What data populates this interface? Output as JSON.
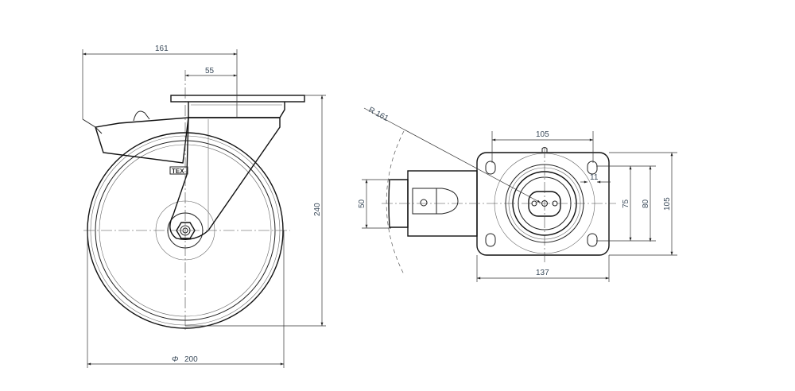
{
  "side_view": {
    "dim_total_offset": "161",
    "dim_swivel_offset": "55",
    "dim_height": "240",
    "dim_wheel_diameter_symbol": "Φ",
    "dim_wheel_diameter": "200",
    "brand_mark": "TEX"
  },
  "top_view": {
    "dim_swivel_radius": "R 161",
    "dim_hole_spacing_x": "105",
    "dim_plate_width": "137",
    "dim_hole_slot": "11",
    "dim_hole_spacing_y": "75",
    "dim_hole_spacing_y_max": "80",
    "dim_plate_length": "105",
    "dim_wheel_width": "50"
  }
}
